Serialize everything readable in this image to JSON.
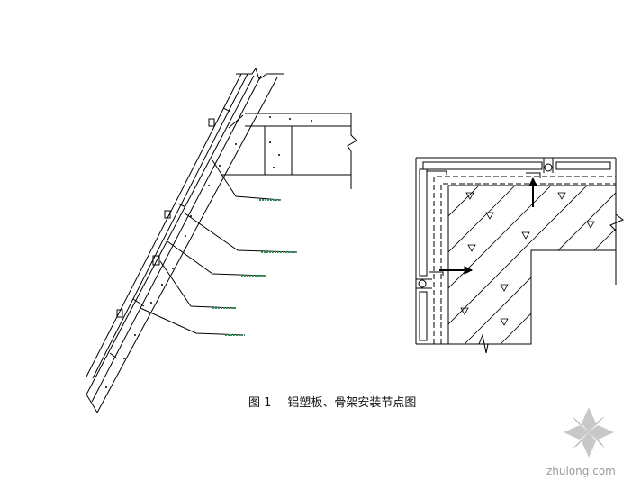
{
  "figure": {
    "caption_number": "图 1",
    "caption_text": "铝塑板、骨架安装节点图"
  },
  "watermark": {
    "text": "zhulong.com"
  },
  "colors": {
    "line": "#000000",
    "leader_label": "#2e8b57",
    "watermark": "#9a9a9a"
  }
}
